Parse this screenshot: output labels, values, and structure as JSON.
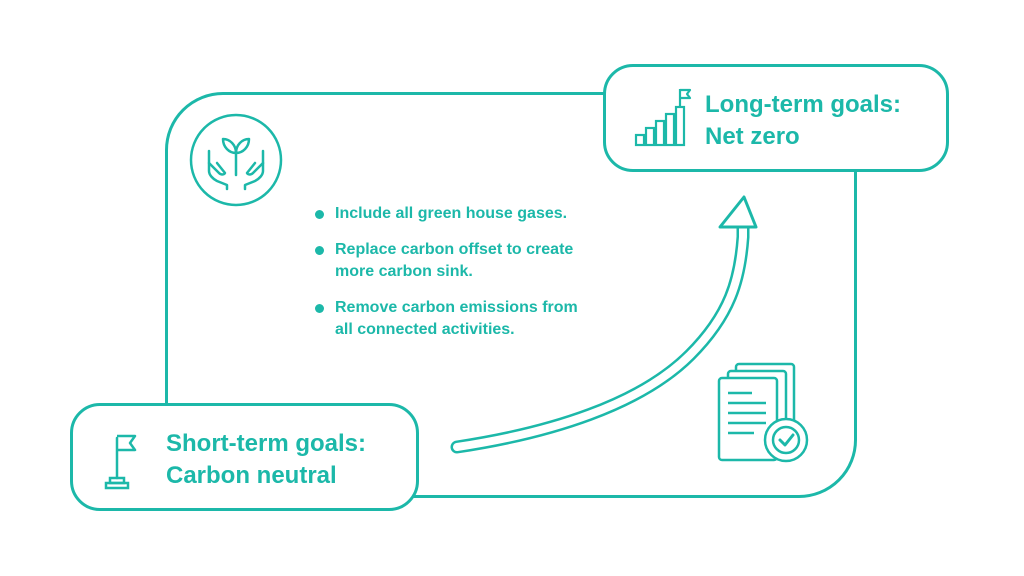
{
  "colors": {
    "accent": "#1cb8a9",
    "background": "#ffffff"
  },
  "short_term": {
    "title_line1": "Short-term goals:",
    "title_line2": "Carbon neutral",
    "icon": "flag-icon"
  },
  "long_term": {
    "title_line1": "Long-term goals:",
    "title_line2": "Net zero",
    "icon": "growth-bars-flag-icon"
  },
  "bullets": [
    {
      "line1": "Include all green house gases.",
      "line2": ""
    },
    {
      "line1": "Replace carbon offset to create",
      "line2": "more carbon sink."
    },
    {
      "line1": "Remove carbon emissions from",
      "line2": "all connected activities."
    }
  ],
  "decorations": {
    "top_left_icon": "hands-holding-plant-icon",
    "bottom_right_icon": "documents-checkmark-icon",
    "connector": "curved-arrow-icon"
  }
}
